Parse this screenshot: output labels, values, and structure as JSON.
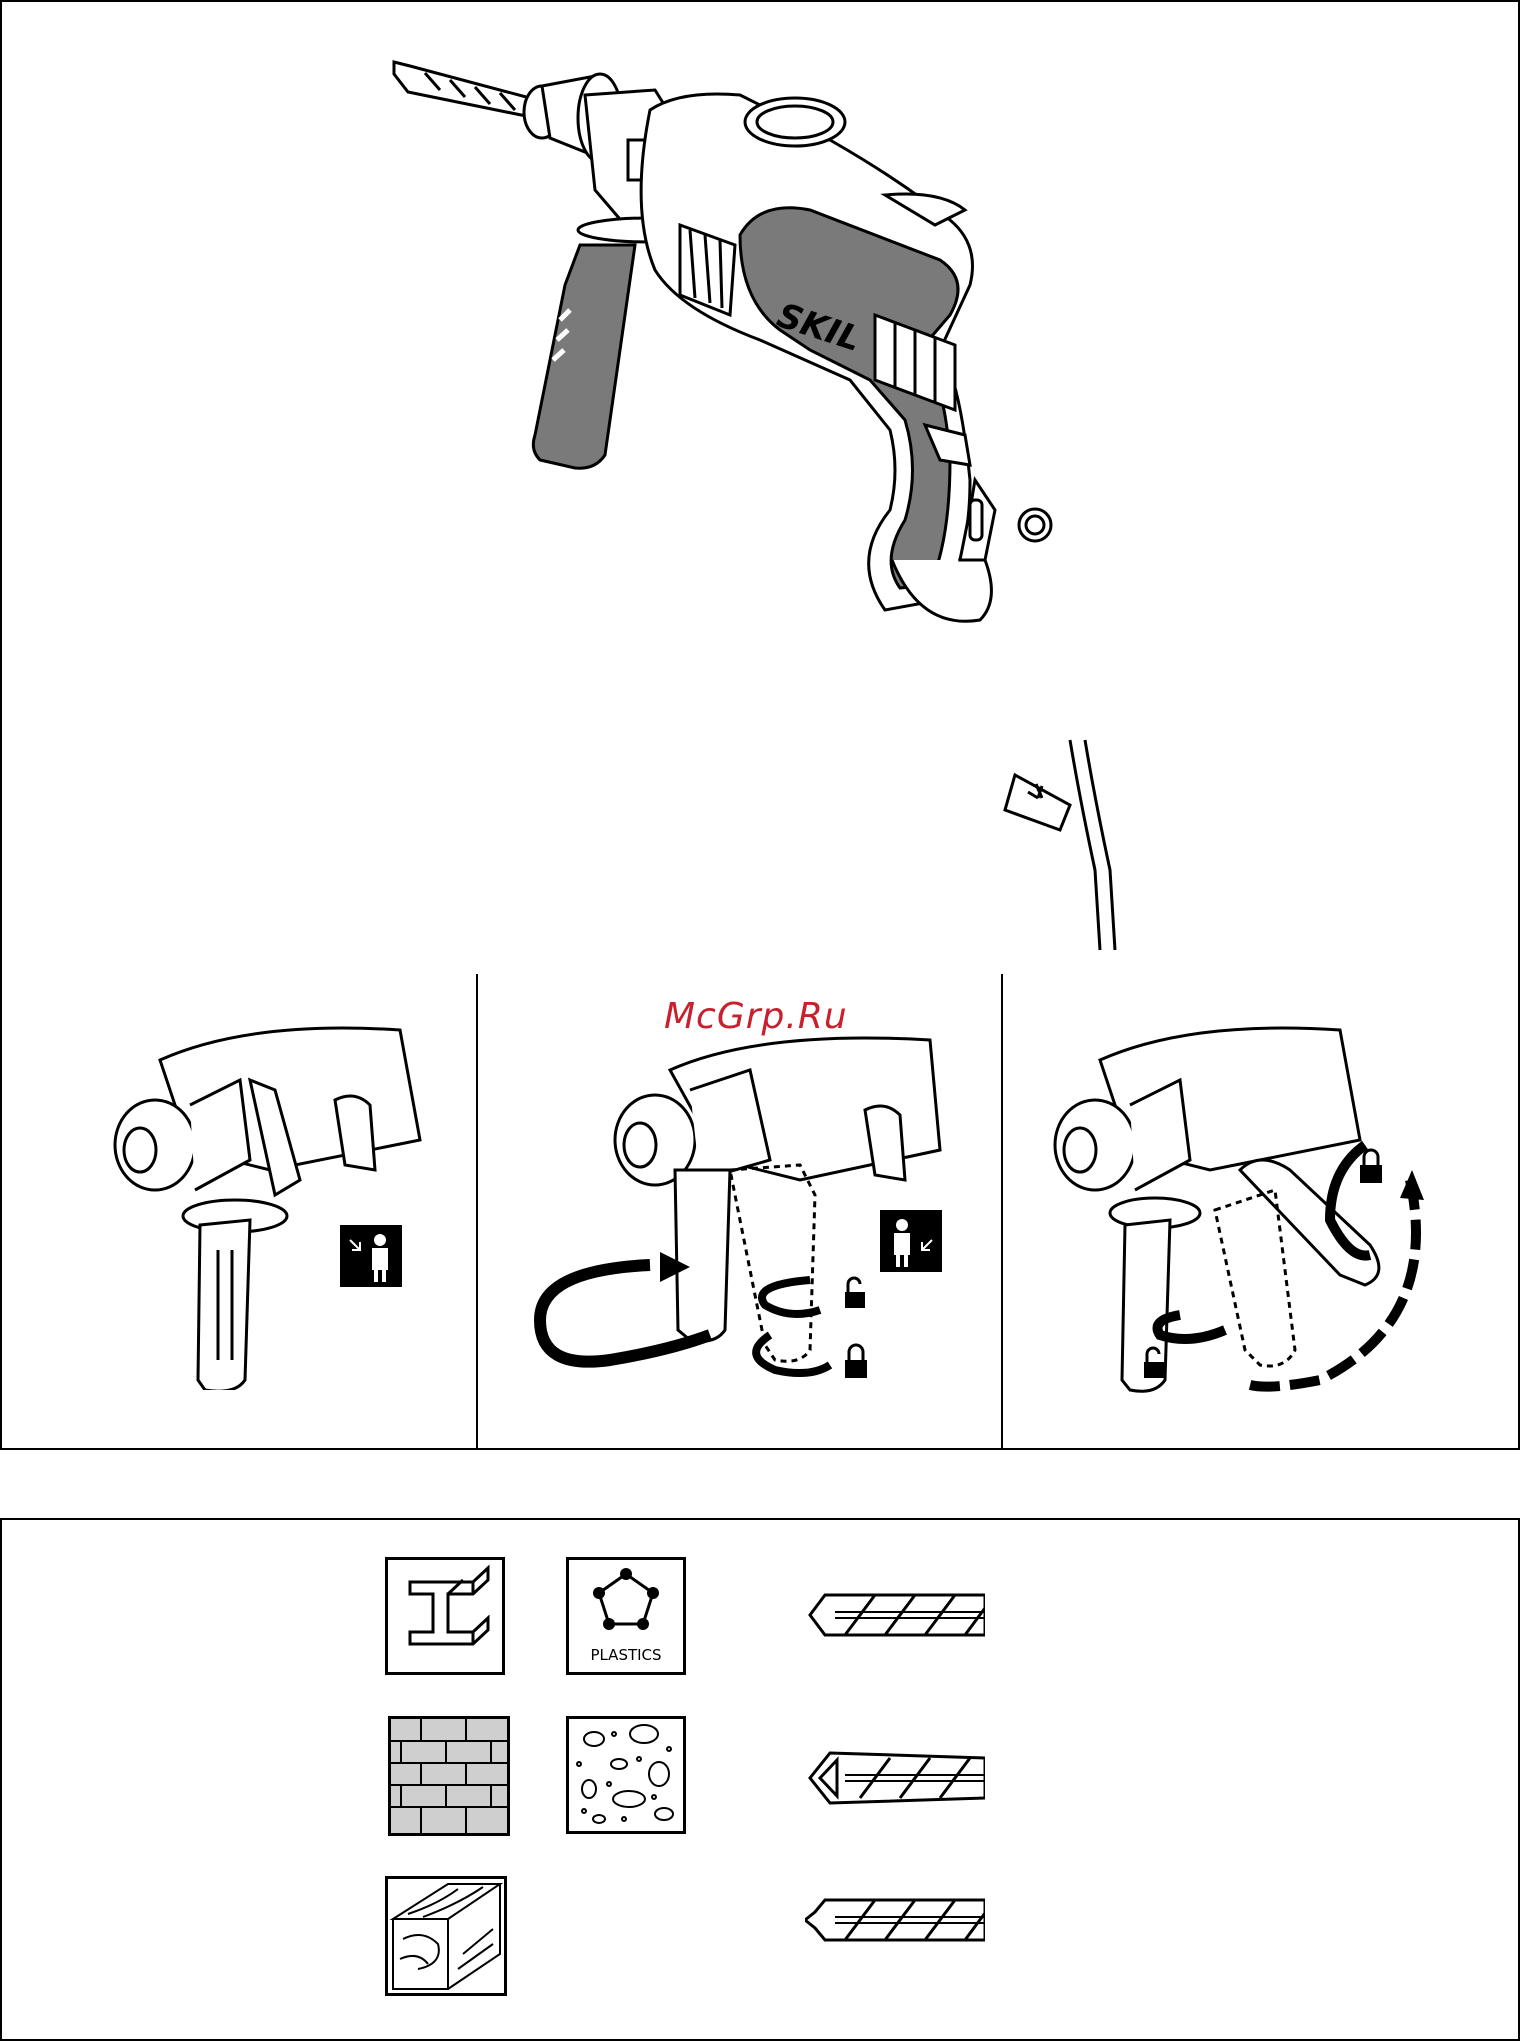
{
  "watermark": {
    "text": "McGrp.Ru",
    "color": "#c8202c"
  },
  "drill": {
    "brand_logo": "SKIL",
    "registered_mark": "®"
  },
  "steps": [
    {
      "id": "handle-default",
      "icon": "operator-icon"
    },
    {
      "id": "handle-reposition",
      "icon": "operator-icon"
    },
    {
      "id": "handle-tilt",
      "icon": "padlock-icon"
    }
  ],
  "materials": [
    {
      "name": "steel-beam-icon"
    },
    {
      "name": "plastics-icon",
      "label": "PLASTICS"
    },
    {
      "name": "brick-wall-icon"
    },
    {
      "name": "concrete-icon"
    },
    {
      "name": "wood-icon"
    }
  ],
  "bits": [
    {
      "name": "metal-drill-bit-icon"
    },
    {
      "name": "masonry-drill-bit-icon"
    },
    {
      "name": "wood-drill-bit-icon"
    }
  ],
  "colors": {
    "body_grey": "#7a7a7a",
    "line": "#000000"
  }
}
